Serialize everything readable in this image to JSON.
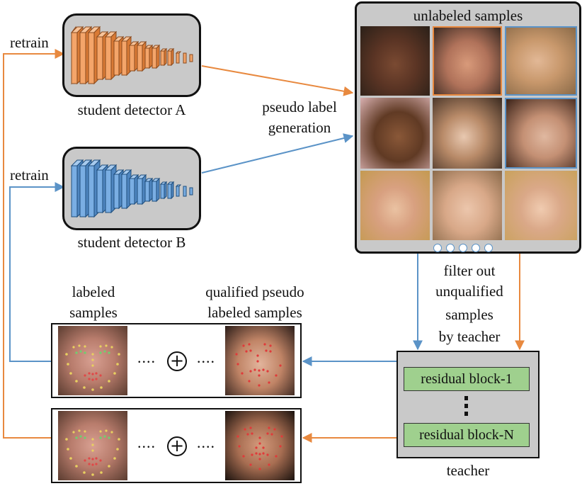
{
  "labels": {
    "student_a": "student detector A",
    "student_b": "student detector B",
    "retrain_a": "retrain",
    "retrain_b": "retrain",
    "pseudo_label": "pseudo label",
    "generation": "generation",
    "unlabeled": "unlabeled samples",
    "filter_lines": [
      "filter out",
      "unqualified",
      "samples",
      "by teacher"
    ],
    "labeled_lines": [
      "labeled",
      "samples"
    ],
    "qualified_lines": [
      "qualified pseudo",
      "labeled samples"
    ],
    "teacher": "teacher",
    "res_block_1": "residual block-1",
    "res_block_n": "residual block-N",
    "ellipsis": "....",
    "plus": "+"
  },
  "colors": {
    "orange": "#e8893f",
    "blue": "#5b93c7",
    "orange_net": "#f4a56a",
    "blue_net": "#7aaee3",
    "res_green": "#9fd08e",
    "gray": "#c9c9c9"
  },
  "icons": [
    "cnn-network-icon",
    "face-photo-icon",
    "plus-icon",
    "carousel-dot-icon"
  ]
}
